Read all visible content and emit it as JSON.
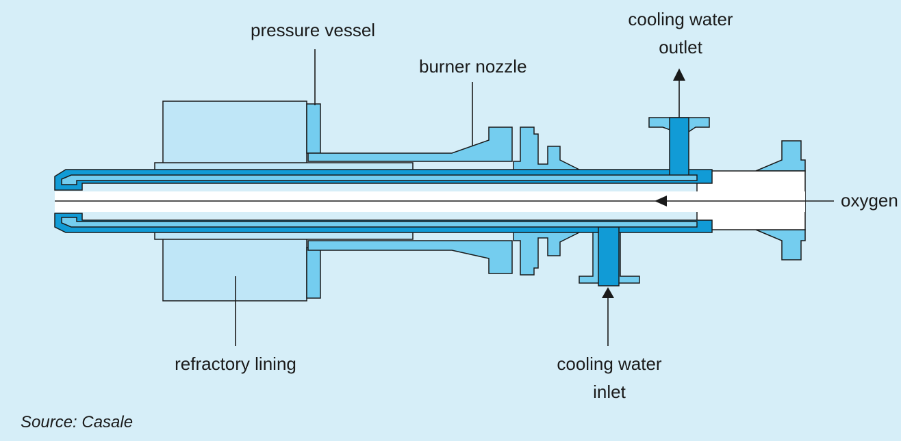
{
  "labels": {
    "pressure_vessel": "pressure vessel",
    "burner_nozzle": "burner nozzle",
    "cooling_water_outlet_line1": "cooling water",
    "cooling_water_outlet_line2": "outlet",
    "oxygen": "oxygen",
    "refractory_lining": "refractory lining",
    "cooling_water_inlet_line1": "cooling water",
    "cooling_water_inlet_line2": "inlet"
  },
  "source": "Source: Casale",
  "colors": {
    "background": "#d6eef8",
    "light_blue": "#bfe6f7",
    "medium_blue": "#74cdef",
    "dark_blue": "#119bd6",
    "outline": "#1a1a1a"
  }
}
